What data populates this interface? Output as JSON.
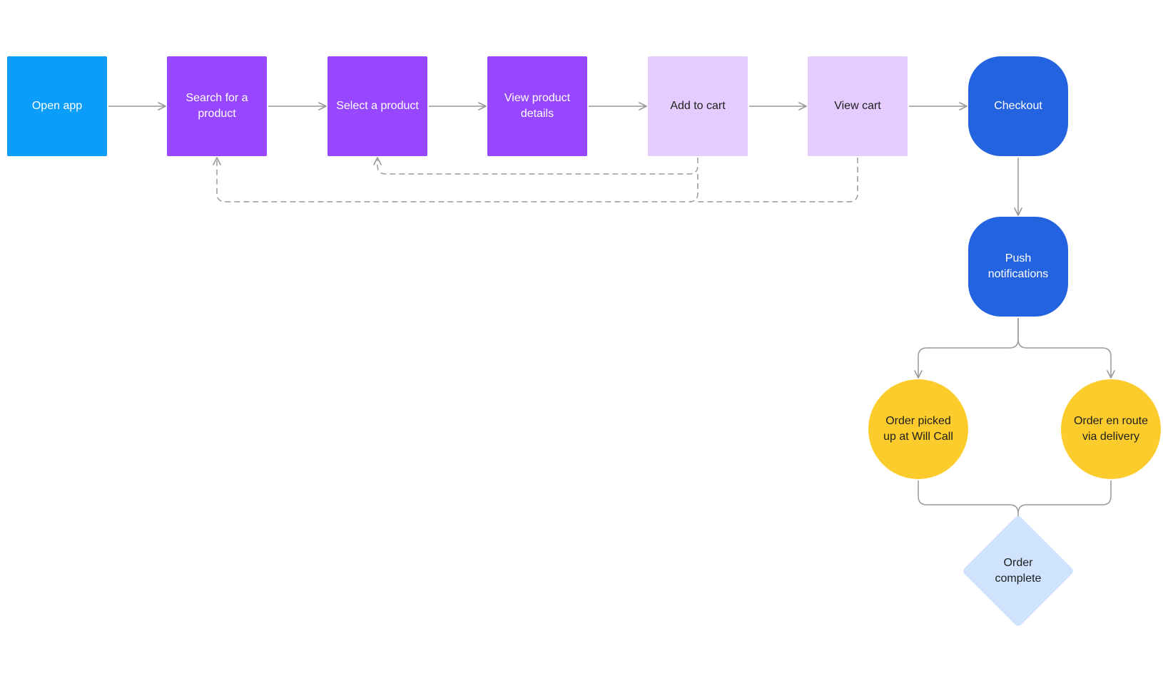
{
  "colors": {
    "start": "#0b9dfa",
    "primary_purple": "#9747ff",
    "light_purple": "#e4ccff",
    "dark_blue": "#2463df",
    "yellow": "#fccc2c",
    "light_blue": "#cfe2fe",
    "connector": "#999999",
    "text_on_dark": "#ffffff",
    "text_on_light": "#1e1e1e"
  },
  "nodes": {
    "open_app": "Open app",
    "search": "Search for a\nproduct",
    "select": "Select a product",
    "view_details": "View product\ndetails",
    "add_cart": "Add to cart",
    "view_cart": "View cart",
    "checkout": "Checkout",
    "push": "Push\nnotifications",
    "will_call": "Order picked\nup at Will Call",
    "delivery": "Order en route\nvia delivery",
    "complete": "Order\ncomplete"
  },
  "icons": {
    "arrowhead": "open-chevron-arrow"
  }
}
